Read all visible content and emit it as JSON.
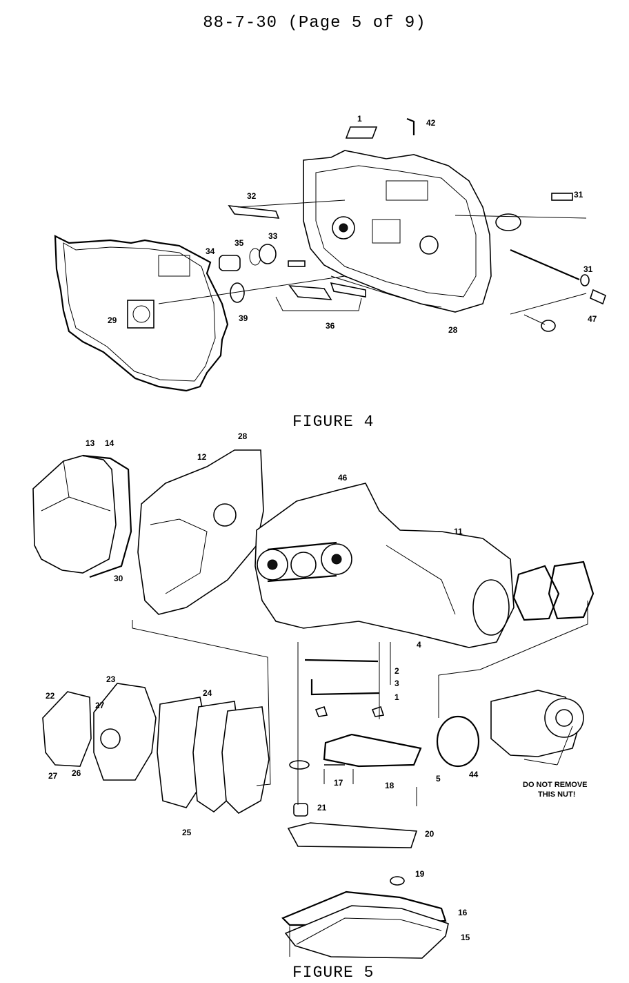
{
  "header": {
    "title": "88-7-30 (Page 5 of 9)"
  },
  "figure4": {
    "caption": "FIGURE 4",
    "callouts": [
      "1",
      "42",
      "31",
      "32",
      "33",
      "35",
      "34",
      "39",
      "36",
      "29",
      "28",
      "31",
      "47"
    ]
  },
  "figure5": {
    "caption": "FIGURE 5",
    "callouts": [
      "13",
      "14",
      "28",
      "12",
      "46",
      "11",
      "30",
      "4",
      "2",
      "3",
      "1",
      "22",
      "23",
      "24",
      "27",
      "26",
      "27",
      "25",
      "44",
      "17",
      "18",
      "5",
      "21",
      "20",
      "19",
      "16",
      "15"
    ],
    "note_line1": "DO NOT REMOVE",
    "note_line2": "THIS NUT!"
  }
}
